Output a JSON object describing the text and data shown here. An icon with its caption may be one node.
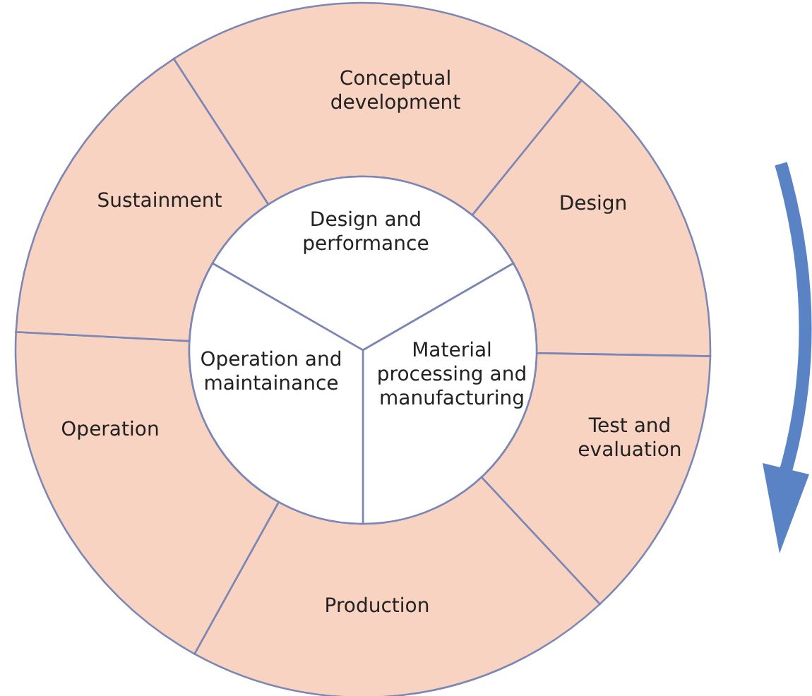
{
  "diagram": {
    "nodes": [
      {
        "text": [
          "Conceptual development"
        ]
      },
      {
        "text": [
          "Design"
        ]
      },
      {
        "text": [
          "Test and evaluation"
        ]
      },
      {
        "text": [
          "Production"
        ]
      },
      {
        "text": [
          "Operation"
        ]
      },
      {
        "text": [
          "Sustainment"
        ]
      },
      {
        "text": [
          "Design and performance"
        ]
      },
      {
        "text": [
          "Material processing and manufacturing"
        ]
      },
      {
        "text": [
          "Operation and maintainance"
        ]
      }
    ]
  }
}
